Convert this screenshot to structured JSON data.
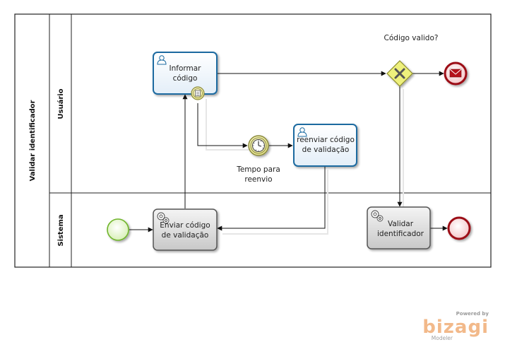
{
  "pool": {
    "label": "Validar identificador"
  },
  "lanes": [
    {
      "label": "Usuário"
    },
    {
      "label": "Sistema"
    }
  ],
  "tasks": {
    "informar": {
      "line1": "Informar",
      "line2": "código",
      "icon": "user-icon",
      "marker": "message-event-icon"
    },
    "reenviar": {
      "line1": "reenviar código",
      "line2": "de validação",
      "icon": "user-icon"
    },
    "enviar": {
      "line1": "Enviar código",
      "line2": "de validação",
      "icon": "gear-icon"
    },
    "validar": {
      "line1": "Validar",
      "line2": "identificador",
      "icon": "gear-icon"
    }
  },
  "gateway": {
    "label": "Código valido?",
    "icon": "x-icon"
  },
  "timer": {
    "line1": "Tempo para",
    "line2": "reenvio",
    "icon": "clock-icon"
  },
  "events": {
    "start": "start-event",
    "end_message": "envelope-icon",
    "end_plain": "end-event"
  },
  "branding": {
    "powered_by": "Powered by",
    "name": "bizagi",
    "product": "Modeler"
  },
  "colors": {
    "task_blue_border": "#1a6aa0",
    "task_gray_border": "#555555",
    "gateway_yellow": "#e8ea72",
    "start_green": "#8dc63f",
    "end_red": "#b5121b",
    "brand_orange": "#f2b98a"
  }
}
